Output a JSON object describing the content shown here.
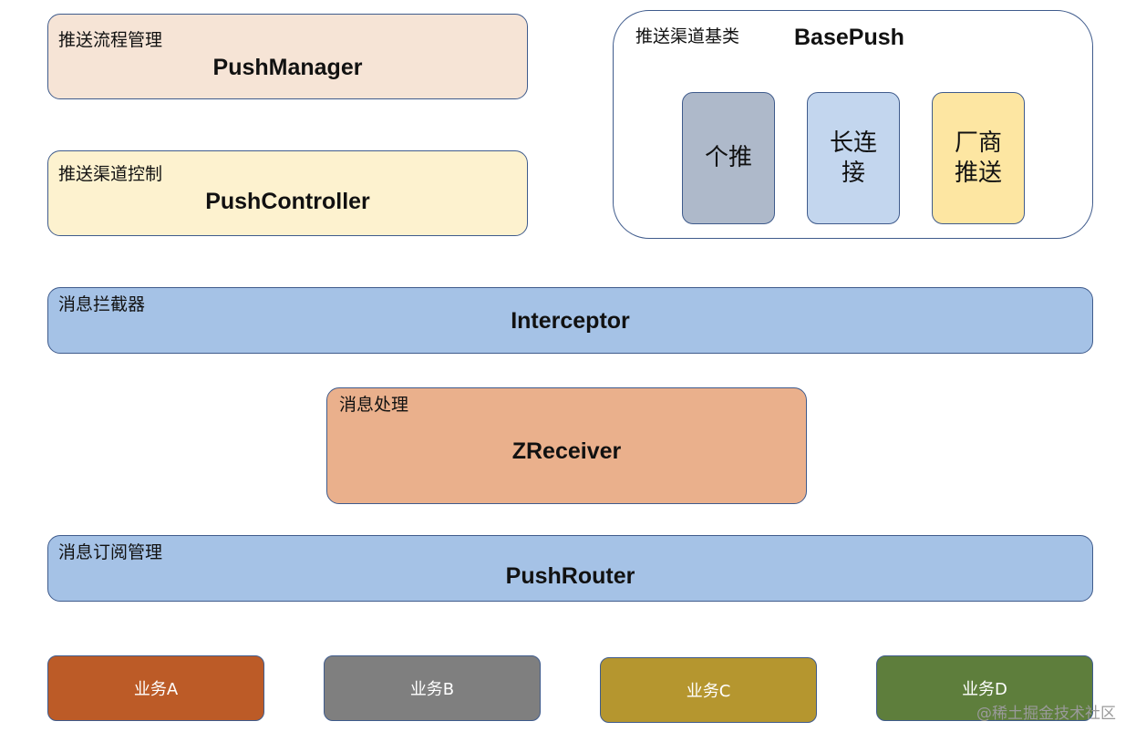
{
  "push_manager": {
    "caption": "推送流程管理",
    "name": "PushManager",
    "fill": "#f6e4d6"
  },
  "push_controller": {
    "caption": "推送渠道控制",
    "name": "PushController",
    "fill": "#fdf2cf"
  },
  "base_push": {
    "caption": "推送渠道基类",
    "name": "BasePush",
    "fill": "#ffffff",
    "channels": [
      {
        "label": "个推",
        "fill": "#aeb9ca"
      },
      {
        "label": "长连\n接",
        "fill": "#c3d6ee"
      },
      {
        "label": "厂商\n推送",
        "fill": "#fde6a2"
      }
    ]
  },
  "interceptor": {
    "caption": "消息拦截器",
    "name": "Interceptor",
    "fill": "#a5c2e6"
  },
  "receiver": {
    "caption": "消息处理",
    "name": "ZReceiver",
    "fill": "#eab08c"
  },
  "router": {
    "caption": "消息订阅管理",
    "name": "PushRouter",
    "fill": "#a5c2e6"
  },
  "businesses": [
    {
      "label": "业务A",
      "fill": "#bc5b27"
    },
    {
      "label": "业务B",
      "fill": "#7f7f7f"
    },
    {
      "label": "业务C",
      "fill": "#b5962f"
    },
    {
      "label": "业务D",
      "fill": "#5e7e3c"
    }
  ],
  "watermark": "@稀土掘金技术社区"
}
